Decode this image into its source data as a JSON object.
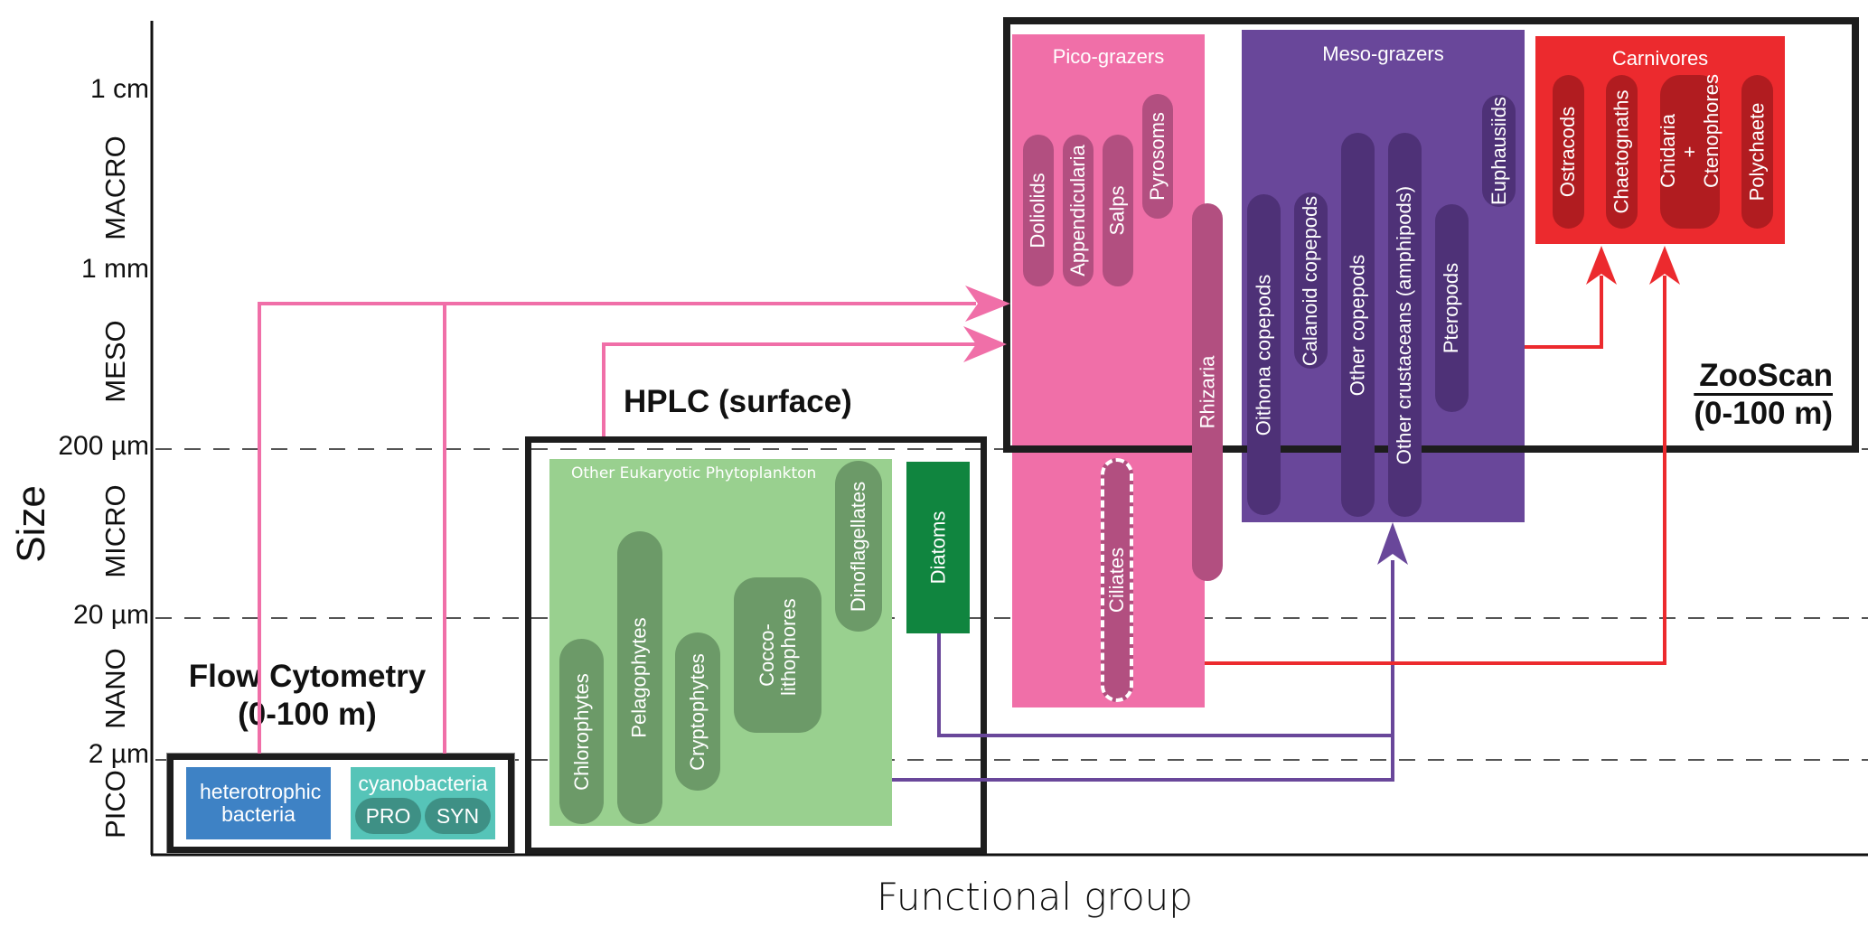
{
  "axes": {
    "y_title": "Size",
    "x_title": "Functional group",
    "ticks": [
      "1 cm",
      "1 mm",
      "200 µm",
      "20 µm",
      "2 µm"
    ],
    "bands": [
      "MACRO",
      "MESO",
      "MICRO",
      "NANO",
      "PICO"
    ]
  },
  "methods": {
    "flow_cytometry": {
      "title": "Flow Cytometry",
      "depth": "(0-100 m)"
    },
    "hplc": {
      "title": "HPLC (surface)"
    },
    "zooscan": {
      "title": "ZooScan",
      "depth": "(0-100 m)"
    }
  },
  "flow_groups": {
    "heterotrophic": "heterotrophic bacteria",
    "cyanobacteria": "cyanobacteria",
    "pro": "PRO",
    "syn": "SYN"
  },
  "phyto": {
    "other_title": "Other Eukaryotic Phytoplankton",
    "items": [
      "Chlorophytes",
      "Pelagophytes",
      "Cryptophytes",
      "Cocco-lithophores",
      "Dinoflagellates"
    ],
    "diatoms": "Diatoms"
  },
  "pico_grazers": {
    "title": "Pico-grazers",
    "items": [
      "Doliolids",
      "Appendicularia",
      "Salps",
      "Pyrosoms",
      "Rhizaria",
      "Ciliates"
    ]
  },
  "meso_grazers": {
    "title": "Meso-grazers",
    "items": [
      "Oithona copepods",
      "Calanoid copepods",
      "Other copepods",
      "Other crustaceans (amphipods)",
      "Pteropods",
      "Euphausiids"
    ]
  },
  "carnivores": {
    "title": "Carnivores",
    "items": [
      "Ostracods",
      "Chaetognaths",
      "Cnidaria + Ctenophores",
      "Polychaete"
    ]
  },
  "colors": {
    "pico_grazer": "#f06fa8",
    "pico_grazer_pill": "#b24f80",
    "meso_grazer": "#69479a",
    "meso_grazer_pill": "#4e3177",
    "carnivore": "#ec2a2e",
    "carnivore_pill": "#b11c20",
    "phyto": "#99d08f",
    "phyto_pill": "#6c9a68",
    "diatom": "#10853f",
    "hetero_bacteria": "#3e82c5",
    "cyano": "#56c4b8",
    "cyano_pill": "#3e9085"
  }
}
